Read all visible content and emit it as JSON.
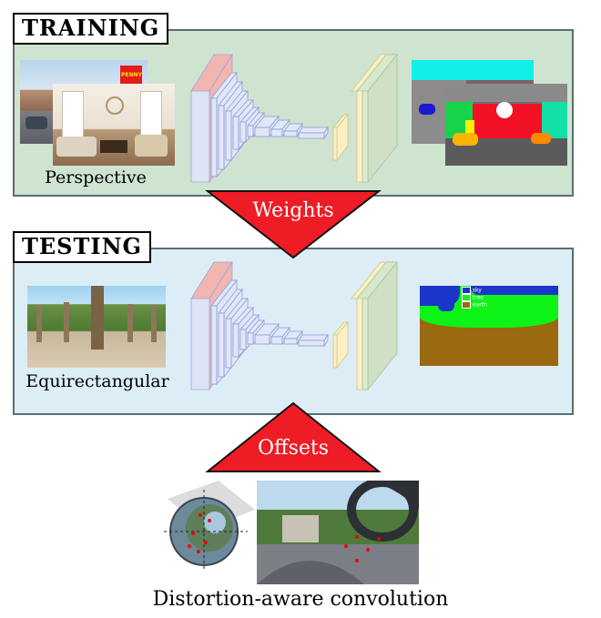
{
  "training": {
    "tag": "TRAINING",
    "input_caption": "Perspective",
    "sign_text": "PENNY"
  },
  "weights_label": "Weights",
  "testing": {
    "tag": "TESTING",
    "input_caption": "Equirectangular",
    "legend": [
      "sky",
      "tree",
      "earth"
    ]
  },
  "offsets_label": "Offsets",
  "bottom_caption": "Distortion-aware convolution",
  "colors": {
    "train_panel": "#cfe3d1",
    "test_panel": "#dcedf6",
    "arrow_red": "#ee1c25",
    "sky": "#1a37c9",
    "tree": "#0df317",
    "earth": "#9a6910"
  }
}
